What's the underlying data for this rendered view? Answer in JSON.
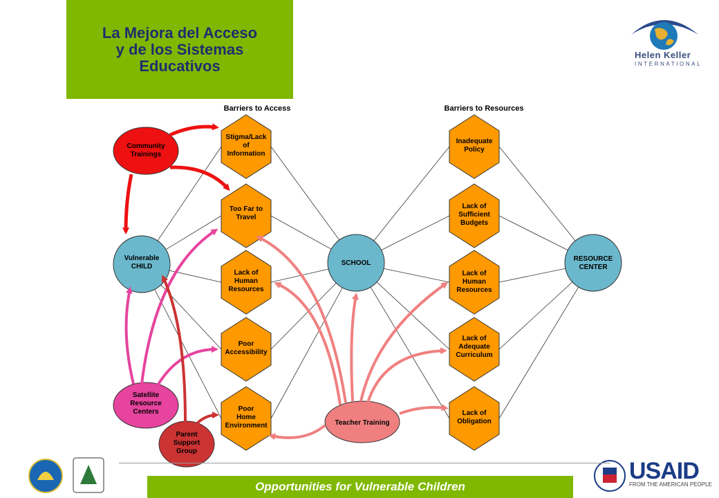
{
  "title": "La Mejora del Acceso y de los Sistemas Educativos",
  "footer": "Opportunities for Vulnerable Children",
  "logos": {
    "hki_name": "Helen Keller",
    "hki_sub": "INTERNATIONAL",
    "usaid": "USAID",
    "usaid_sub": "FROM THE AMERICAN PEOPLE"
  },
  "headers": {
    "access": "Barriers to Access",
    "resources": "Barriers to Resources"
  },
  "nodes": {
    "child": [
      "Vulnerable",
      "CHILD"
    ],
    "school": [
      "SCHOOL"
    ],
    "resource_center": [
      "RESOURCE",
      "CENTER"
    ],
    "access": [
      [
        "Stigma/Lack",
        "of",
        "Information"
      ],
      [
        "Too Far to",
        "Travel"
      ],
      [
        "Lack of",
        "Human",
        "Resources"
      ],
      [
        "Poor",
        "Accessibility"
      ],
      [
        "Poor",
        "Home",
        "Environment"
      ]
    ],
    "resources": [
      [
        "Inadequate",
        "Policy"
      ],
      [
        "Lack of",
        "Sufficient",
        "Budgets"
      ],
      [
        "Lack of",
        "Human",
        "Resources"
      ],
      [
        "Lack of",
        "Adequate",
        "Curriculum"
      ],
      [
        "Lack of",
        "Obligation"
      ]
    ],
    "interventions": {
      "community": [
        "Community",
        "Trainings"
      ],
      "satellite": [
        "Satellite",
        "Resource",
        "Centers"
      ],
      "parent": [
        "Parent",
        "Support",
        "Group"
      ],
      "teacher": [
        "Teacher Training"
      ]
    }
  },
  "colors": {
    "green": "#80b800",
    "orange": "#ff9900",
    "blue": "#6bb8cc",
    "red": "#ee1111",
    "magenta": "#e6449e",
    "darkred": "#cc3333",
    "pink": "#f08080"
  }
}
